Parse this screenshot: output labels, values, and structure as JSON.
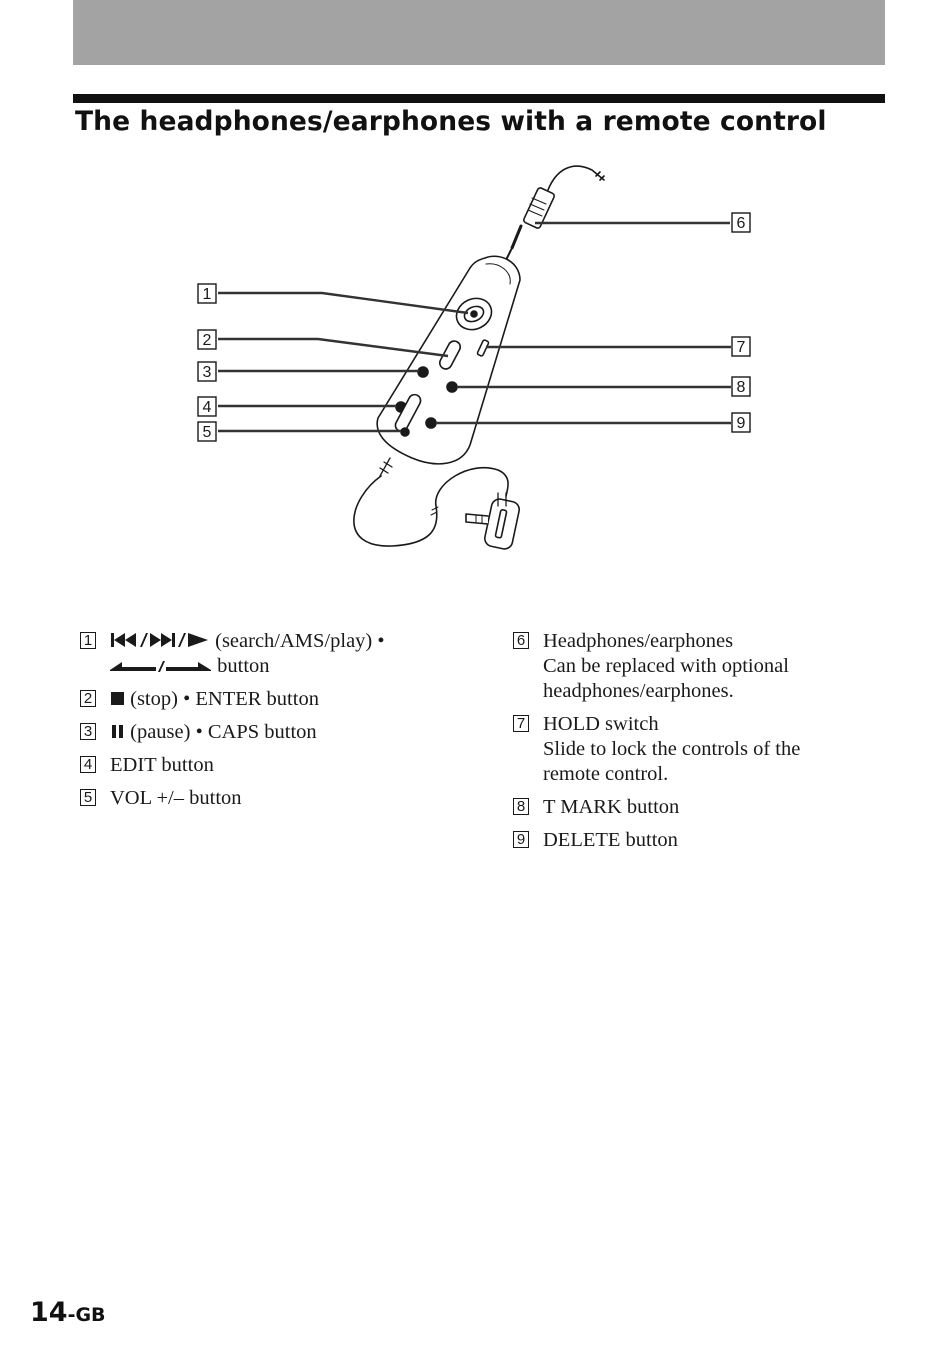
{
  "section_title": "The headphones/earphones with a remote control",
  "callouts": [
    "1",
    "2",
    "3",
    "4",
    "5",
    "6",
    "7",
    "8",
    "9"
  ],
  "items_left": [
    {
      "num": "1",
      "text1": "(search/AMS/play) •",
      "text2": "button",
      "icon": "prev-next-play-and-jog-icons"
    },
    {
      "num": "2",
      "text": "(stop) • ENTER button",
      "icon": "stop-icon"
    },
    {
      "num": "3",
      "text": "(pause) • CAPS button",
      "icon": "pause-icon"
    },
    {
      "num": "4",
      "text": "EDIT button"
    },
    {
      "num": "5",
      "text": "VOL +/– button"
    }
  ],
  "items_right": [
    {
      "num": "6",
      "lines": [
        "Headphones/earphones",
        "Can be replaced with optional",
        "headphones/earphones."
      ]
    },
    {
      "num": "7",
      "lines": [
        "HOLD switch",
        "Slide to lock the controls of the",
        "remote control."
      ]
    },
    {
      "num": "8",
      "text": "T MARK button"
    },
    {
      "num": "9",
      "text": "DELETE button"
    }
  ],
  "page_number": {
    "number": "14",
    "suffix": "-GB"
  }
}
